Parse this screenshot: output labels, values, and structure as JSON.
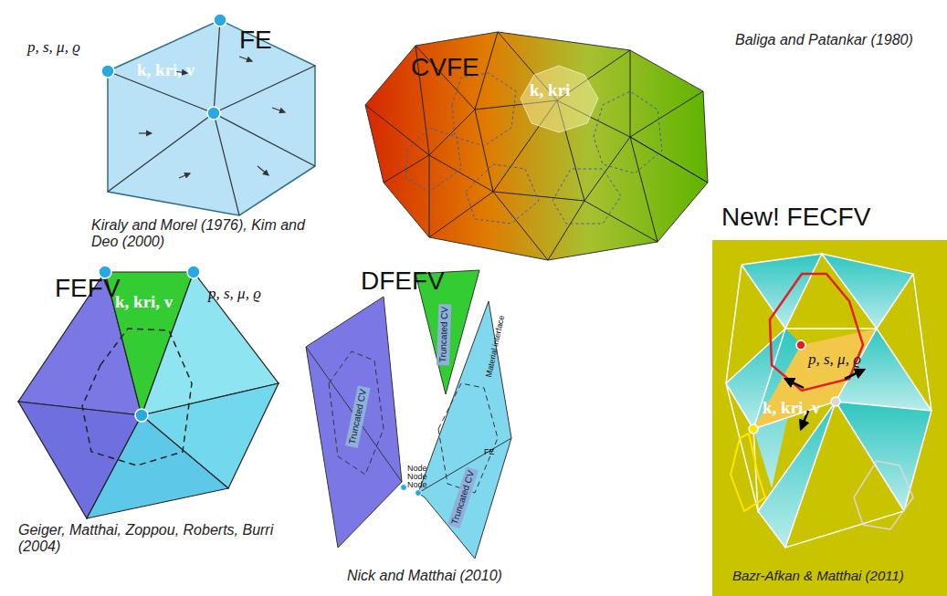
{
  "diagram": {
    "nodes": [
      {
        "text": [
          "FE",
          "p, s, μ, ϱ",
          "k, kri, v",
          "Kiraly and Morel (1976), Kim and Deo (2000)"
        ]
      },
      {
        "text": [
          "CVFE",
          "k, kri",
          "Baliga and Patankar (1980)"
        ]
      },
      {
        "text": [
          "FEFV",
          "p, s, μ, ϱ",
          "k, kri, v",
          "Geiger, Matthai, Zoppou, Roberts, Burri (2004)"
        ]
      },
      {
        "text": [
          "DFEFV",
          "Truncated CV",
          "Material interface",
          "Truncated CV",
          "Node",
          "Node",
          "Node",
          "Truncated CV",
          "FE",
          "Nick and Matthai (2010)"
        ]
      },
      {
        "text": [
          "New! FECFV",
          "p, s, μ, ϱ",
          "k, kri, v",
          "Bazr-Afkan & Matthai (2011)"
        ]
      }
    ]
  }
}
